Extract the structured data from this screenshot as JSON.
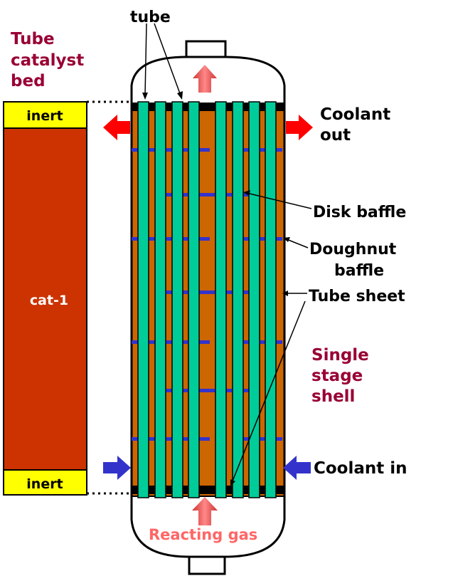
{
  "labels": {
    "tube": "tube",
    "tube_catalyst_bed": [
      "Tube",
      "catalyst",
      "bed"
    ],
    "inert_top": "inert",
    "cat": "cat-1",
    "inert_bottom": "inert",
    "coolant_out": [
      "Coolant",
      "out"
    ],
    "disk_baffle": "Disk baffle",
    "doughnut_baffle": [
      "Doughnut",
      "baffle"
    ],
    "tube_sheet": "Tube sheet",
    "single_stage_shell": [
      "Single",
      "stage",
      "shell"
    ],
    "coolant_in": "Coolant in",
    "reacting_gas": "Reacting gas"
  },
  "colors": {
    "catalyst_bed": "#cc3300",
    "inert_zone": "#ffff00",
    "shell_fill": "#cc6600",
    "tube": "#00cc99",
    "baffle": "#3333cc",
    "tube_sheet": "#000000",
    "coolant_out_arrow": "#ff0000",
    "coolant_in_arrow": "#3333cc",
    "gas_arrow": "#ff6666",
    "title_text": "#990033",
    "reacting_gas_text": "#ff6666"
  }
}
